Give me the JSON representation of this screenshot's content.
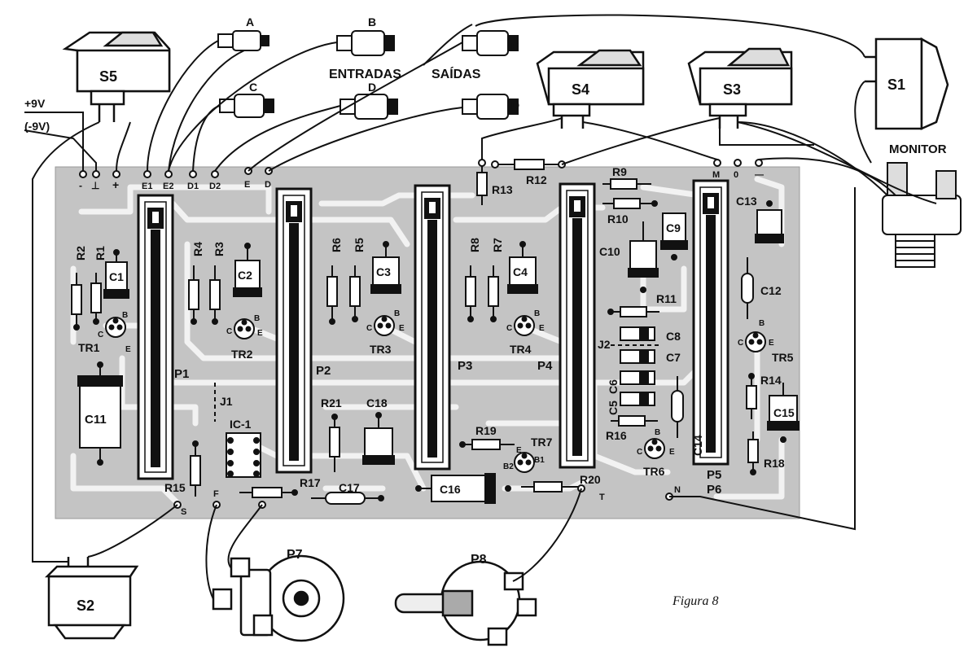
{
  "caption": "Figura 8",
  "groups": {
    "entradas": "ENTRADAS",
    "saidas": "SAÍDAS",
    "monitor": "MONITOR"
  },
  "supply": {
    "pos": "+9V",
    "neg": "(-9V)"
  },
  "switches": {
    "s1": "S1",
    "s2": "S2",
    "s3": "S3",
    "s4": "S4",
    "s5": "S5"
  },
  "jacks": {
    "in_a": "A",
    "in_b": "B",
    "in_c": "C",
    "in_d": "D",
    "out_e": "E",
    "out_d": "D"
  },
  "board_pads": {
    "neg": "-",
    "gnd": "⊥",
    "pos": "+",
    "e1": "E1",
    "e2": "E2",
    "d1": "D1",
    "d2": "D2",
    "e": "E",
    "d": "D",
    "m": "M",
    "zero": "0",
    "minus": "—",
    "s": "S",
    "f": "F",
    "t": "T",
    "n": "N"
  },
  "resistors": {
    "r1": "R1",
    "r2": "R2",
    "r3": "R3",
    "r4": "R4",
    "r5": "R5",
    "r6": "R6",
    "r7": "R7",
    "r8": "R8",
    "r9": "R9",
    "r10": "R10",
    "r11": "R11",
    "r12": "R12",
    "r13": "R13",
    "r14": "R14",
    "r15": "R15",
    "r16": "R16",
    "r17": "R17",
    "r18": "R18",
    "r19": "R19",
    "r20": "R20",
    "r21": "R21"
  },
  "capacitors": {
    "c1": "C1",
    "c2": "C2",
    "c3": "C3",
    "c4": "C4",
    "c5": "C5",
    "c6": "C6",
    "c7": "C7",
    "c8": "C8",
    "c9": "C9",
    "c10": "C10",
    "c11": "C11",
    "c12": "C12",
    "c13": "C13",
    "c14": "C14",
    "c15": "C15",
    "c16": "C16",
    "c17": "C17",
    "c18": "C18"
  },
  "transistors": {
    "tr1": "TR1",
    "tr2": "TR2",
    "tr3": "TR3",
    "tr4": "TR4",
    "tr5": "TR5",
    "tr6": "TR6",
    "tr7": "TR7"
  },
  "pin_letters": {
    "b": "B",
    "c": "C",
    "e": "E",
    "b1": "B1",
    "b2": "B2"
  },
  "sliders": {
    "p1": "P1",
    "p2": "P2",
    "p3": "P3",
    "p4": "P4",
    "p5": "P5",
    "p6": "P6"
  },
  "pots": {
    "p7": "P7",
    "p8": "P8"
  },
  "misc": {
    "ic1": "IC-1",
    "j1": "J1",
    "j2": "J2"
  }
}
